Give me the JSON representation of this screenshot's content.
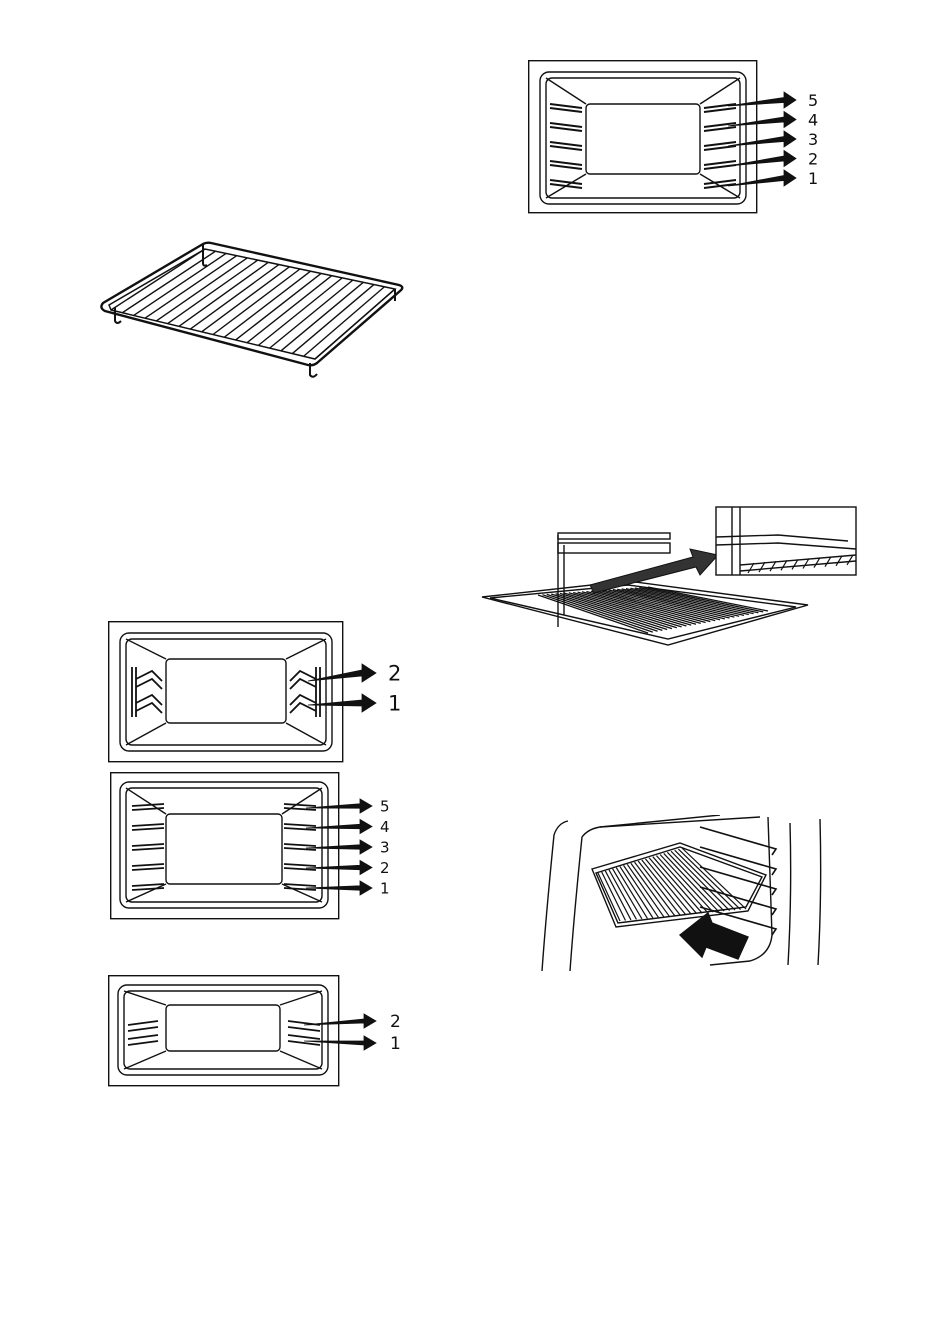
{
  "figures": {
    "oven_top_right": {
      "labels": [
        "5",
        "4",
        "3",
        "2",
        "1"
      ]
    },
    "oven_2_levels": {
      "labels": [
        "2",
        "1"
      ]
    },
    "oven_5_levels": {
      "labels": [
        "5",
        "4",
        "3",
        "2",
        "1"
      ]
    },
    "oven_2_levels_small": {
      "labels": [
        "2",
        "1"
      ]
    }
  },
  "icons": [
    "wire-shelf-icon",
    "shelf-insert-icon",
    "oven-interior-shelf-icon",
    "arrow-icon"
  ],
  "colors": {
    "line": "#111111",
    "background": "#ffffff"
  }
}
